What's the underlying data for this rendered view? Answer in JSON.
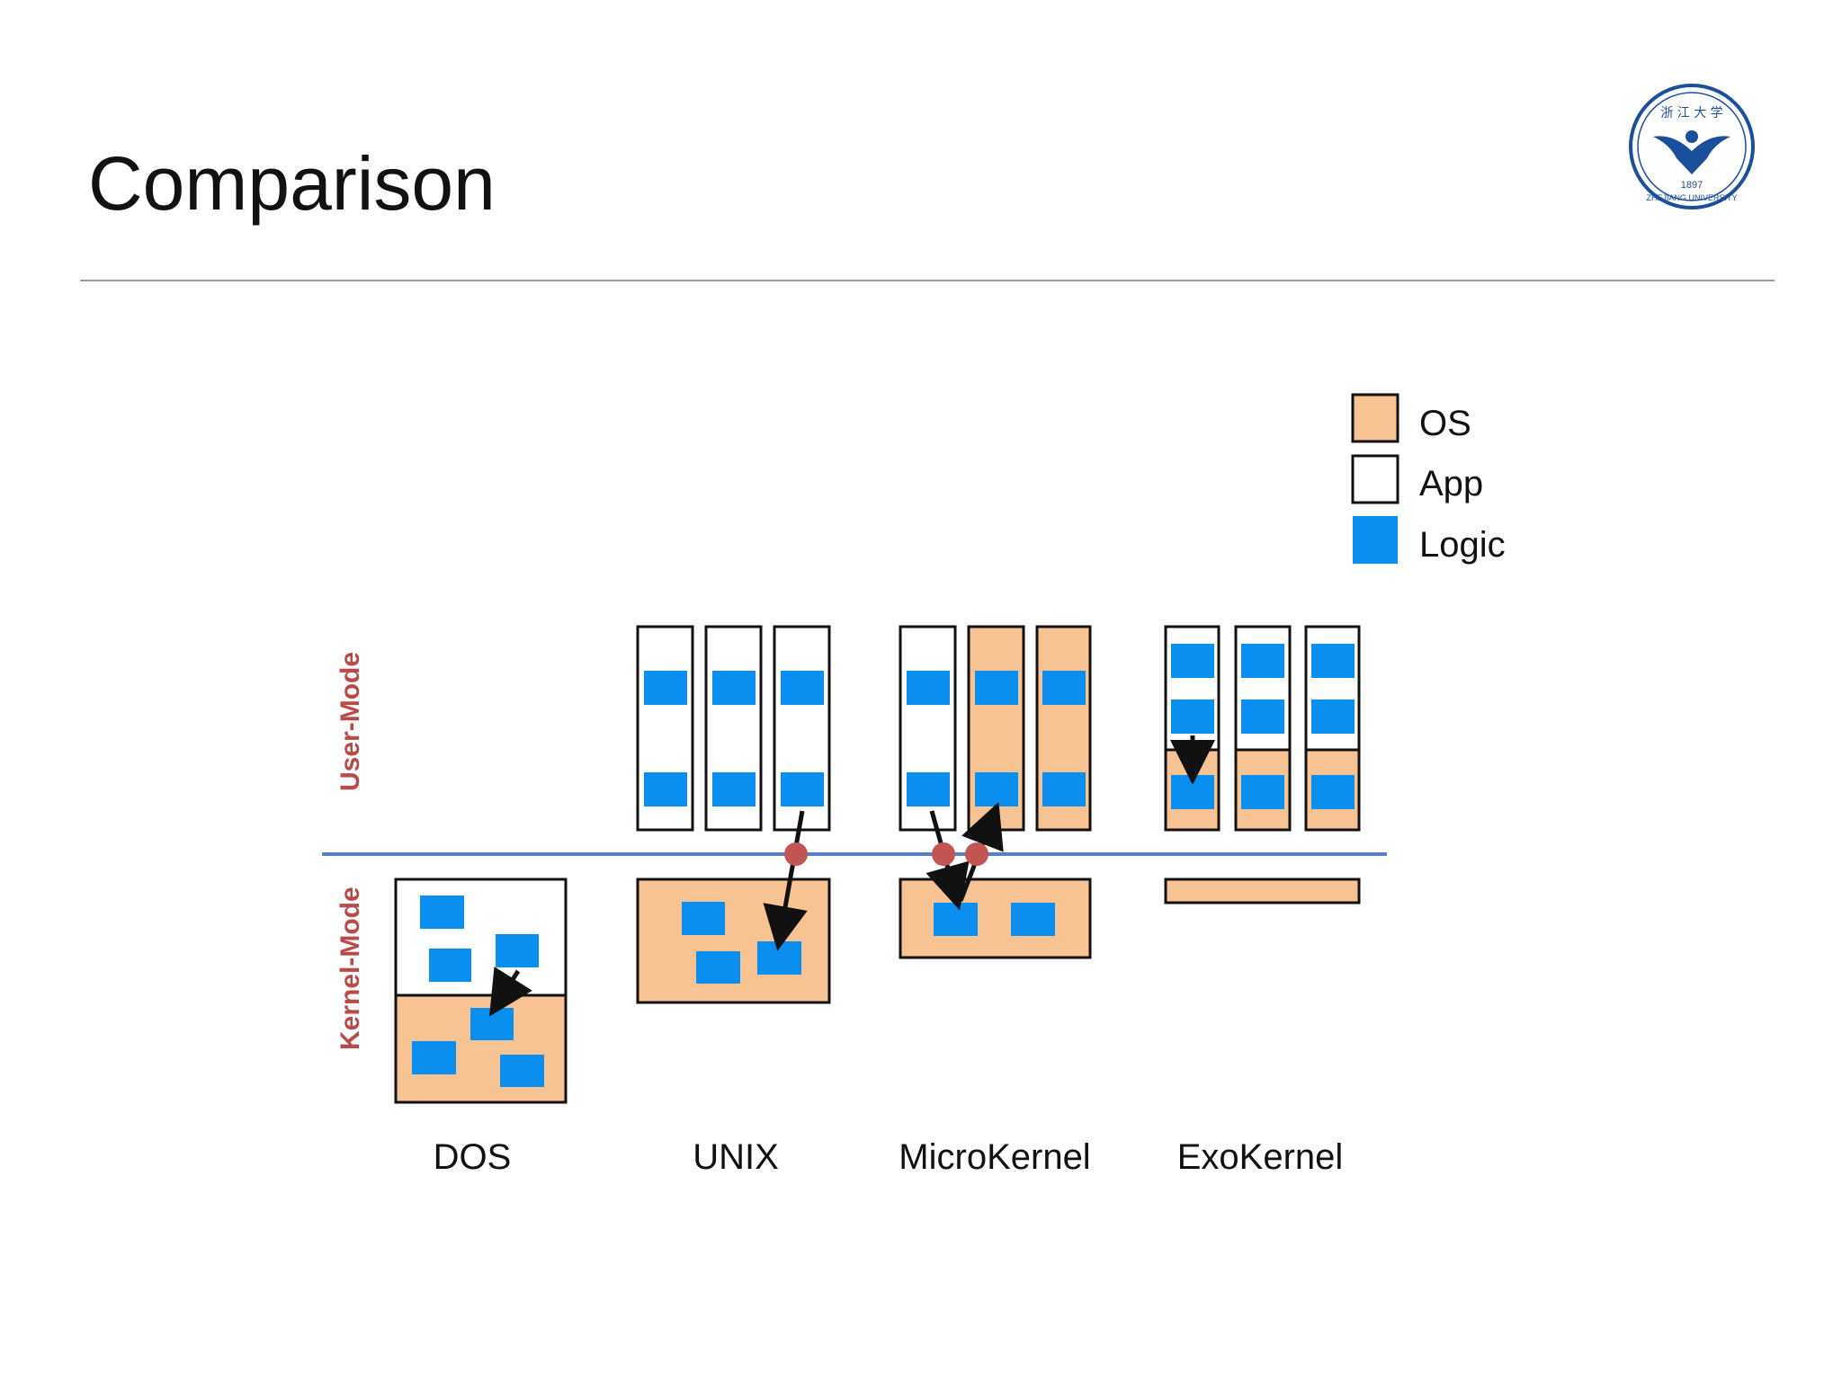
{
  "slide": {
    "title": "Comparison"
  },
  "logo": {
    "name": "Zhejiang University seal",
    "year": "1897",
    "text": "ZHEJIANG UNIVERSITY",
    "color": "#1a4f9c"
  },
  "colors": {
    "os": "#f7c393",
    "app": "#ffffff",
    "logic": "#0a8ef0",
    "boundary": "#5a80c0",
    "mode_label": "#b84a48",
    "crossing_dot": "#c25452",
    "stroke": "#111111"
  },
  "legend": [
    {
      "key": "os",
      "label": "OS"
    },
    {
      "key": "app",
      "label": "App"
    },
    {
      "key": "logic",
      "label": "Logic"
    }
  ],
  "modes": {
    "user": "User-Mode",
    "kernel": "Kernel-Mode"
  },
  "architectures": [
    {
      "id": "dos",
      "label": "DOS"
    },
    {
      "id": "unix",
      "label": "UNIX"
    },
    {
      "id": "microkernel",
      "label": "MicroKernel"
    },
    {
      "id": "exokernel",
      "label": "ExoKernel"
    }
  ]
}
